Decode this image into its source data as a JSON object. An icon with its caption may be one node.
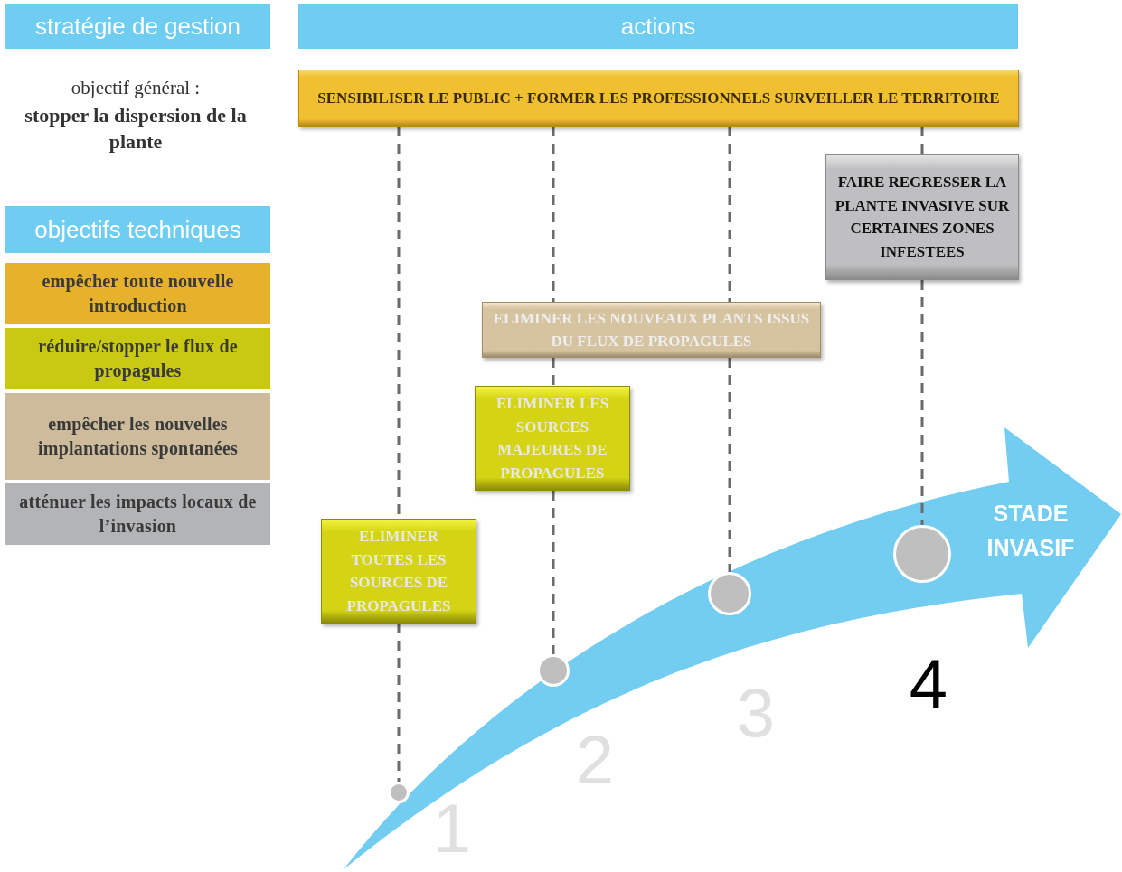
{
  "diagram": {
    "nodes": [
      {
        "text": [
          "stratégie de gestion"
        ]
      },
      {
        "text": [
          "actions"
        ]
      },
      {
        "text": [
          "objectifs techniques"
        ]
      },
      {
        "text": [
          "empêcher toute nouvelle introduction"
        ]
      },
      {
        "text": [
          "réduire/stopper le flux de propagules"
        ]
      },
      {
        "text": [
          "empêcher les nouvelles implantations spontanées"
        ]
      },
      {
        "text": [
          "atténuer les impacts locaux de l’invasion"
        ]
      },
      {
        "text": [
          "SENSIBILISER LE PUBLIC + FORMER LES PROFESSIONNELS SURVEILLER LE TERRITOIRE"
        ]
      },
      {
        "text": [
          "FAIRE REGRESSER LA PLANTE INVASIVE SUR CERTAINES ZONES INFESTEES"
        ]
      },
      {
        "text": [
          "ELIMINER LES  NOUVEAUX PLANTS ISSUS DU FLUX DE PROPAGULES"
        ]
      },
      {
        "text": [
          "ELIMINER LES SOURCES MAJEURES DE PROPAGULES"
        ]
      },
      {
        "text": [
          "ELIMINER TOUTES LES SOURCES DE PROPAGULES"
        ]
      },
      {
        "text": [
          "STADE INVASIF"
        ]
      },
      {
        "text": [],
        "shape": "circle",
        "in": 12
      },
      {
        "text": [],
        "shape": "circle",
        "in": 12
      },
      {
        "text": [],
        "shape": "circle",
        "in": 12
      },
      {
        "text": [],
        "shape": "circle",
        "in": 12
      }
    ],
    "edges": [
      {
        "from": 7,
        "to": 11,
        "arrow": "none",
        "style": "dashed"
      },
      {
        "from": 11,
        "to": 13,
        "arrow": "none",
        "style": "dashed"
      },
      {
        "from": 7,
        "to": 9,
        "arrow": "none",
        "style": "dashed"
      },
      {
        "from": 9,
        "to": 10,
        "arrow": "none",
        "style": "dashed"
      },
      {
        "from": 10,
        "to": 14,
        "arrow": "none",
        "style": "dashed"
      },
      {
        "from": 7,
        "to": 9,
        "arrow": "none",
        "style": "dashed"
      },
      {
        "from": 9,
        "to": 15,
        "arrow": "none",
        "style": "dashed"
      },
      {
        "from": 7,
        "to": 8,
        "arrow": "none",
        "style": "dashed"
      },
      {
        "from": 8,
        "to": 16,
        "arrow": "none",
        "style": "dashed"
      }
    ],
    "labels": [
      "objectif général :",
      "stopper la dispersion de la plante",
      "1",
      "2",
      "3",
      "4"
    ]
  }
}
